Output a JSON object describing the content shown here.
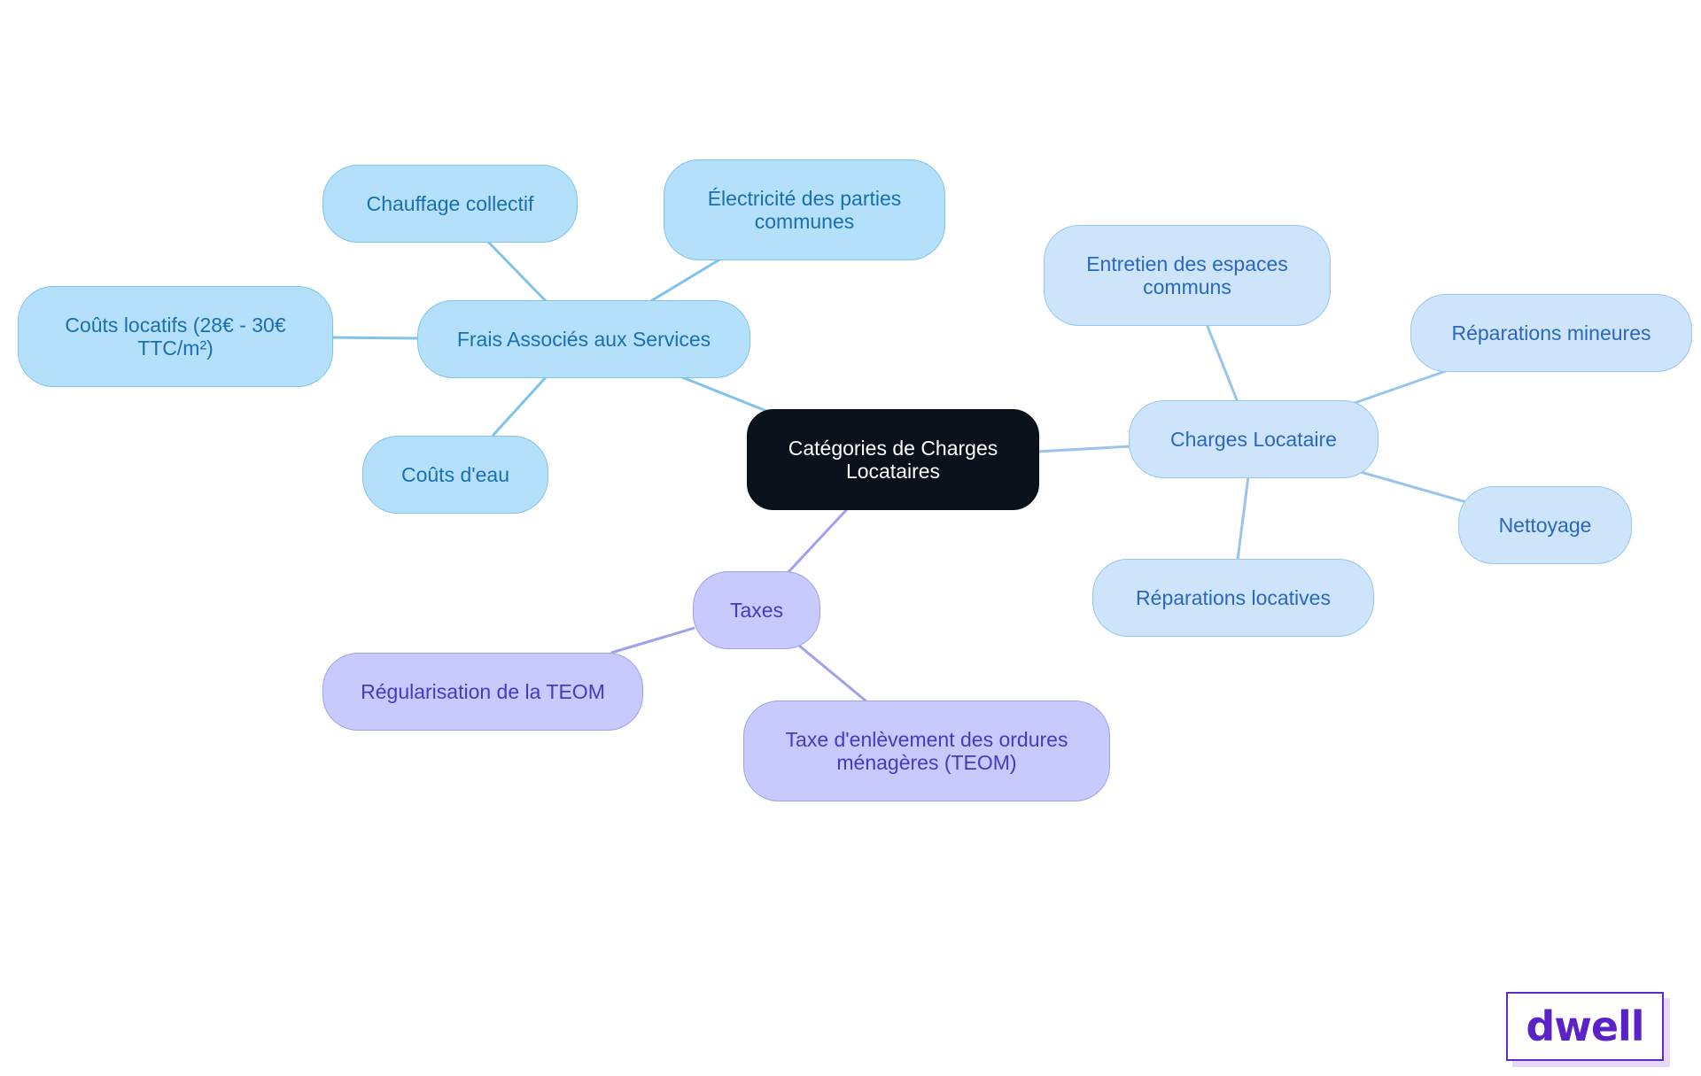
{
  "diagram": {
    "root": {
      "id": "root",
      "label": "Catégories de Charges Locataires",
      "lines": [
        "Catégories de Charges",
        "Locataires"
      ]
    },
    "branches": [
      {
        "id": "services",
        "label": "Frais Associés aux Services",
        "lines": [
          "Frais Associés aux Services"
        ],
        "color": "#7ec3ec",
        "children": [
          {
            "id": "chauffage",
            "label": "Chauffage collectif",
            "lines": [
              "Chauffage collectif"
            ]
          },
          {
            "id": "electricite",
            "label": "Électricité des parties communes",
            "lines": [
              "Électricité des parties",
              "communes"
            ]
          },
          {
            "id": "couts-locatifs",
            "label": "Coûts locatifs (28€ - 30€ TTC/m²)",
            "lines": [
              "Coûts locatifs (28€ - 30€",
              "TTC/m²)"
            ]
          },
          {
            "id": "couts-eau",
            "label": "Coûts d'eau",
            "lines": [
              "Coûts d'eau"
            ]
          }
        ]
      },
      {
        "id": "charges",
        "label": "Charges Locataire",
        "lines": [
          "Charges Locataire"
        ],
        "color": "#99c4ec",
        "children": [
          {
            "id": "entretien",
            "label": "Entretien des espaces communs",
            "lines": [
              "Entretien des espaces",
              "communs"
            ]
          },
          {
            "id": "reparations-mineures",
            "label": "Réparations mineures",
            "lines": [
              "Réparations mineures"
            ]
          },
          {
            "id": "nettoyage",
            "label": "Nettoyage",
            "lines": [
              "Nettoyage"
            ]
          },
          {
            "id": "reparations-locatives",
            "label": "Réparations locatives",
            "lines": [
              "Réparations locatives"
            ]
          }
        ]
      },
      {
        "id": "taxes",
        "label": "Taxes",
        "lines": [
          "Taxes"
        ],
        "color": "#9fa1ec",
        "children": [
          {
            "id": "regularisation",
            "label": "Régularisation de la TEOM",
            "lines": [
              "Régularisation de la TEOM"
            ]
          },
          {
            "id": "teom",
            "label": "Taxe d'enlèvement des ordures ménagères (TEOM)",
            "lines": [
              "Taxe d'enlèvement des ordures",
              "ménagères (TEOM)"
            ]
          }
        ]
      }
    ]
  },
  "logo": {
    "text": "dwell",
    "color": "#5a22c8"
  }
}
